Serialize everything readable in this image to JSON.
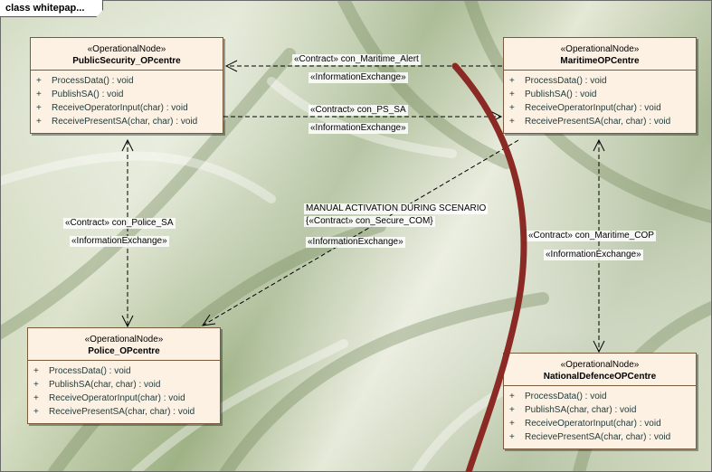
{
  "diagram": {
    "tab_title": "class whitepap...",
    "nodes": {
      "public_security": {
        "stereotype": "«OperationalNode»",
        "name": "PublicSecurity_OPcentre",
        "ops": [
          {
            "vis": "+",
            "sig": "ProcessData() : void"
          },
          {
            "vis": "+",
            "sig": "PublishSA() : void"
          },
          {
            "vis": "+",
            "sig": "ReceiveOperatorInput(char) : void"
          },
          {
            "vis": "+",
            "sig": "ReceivePresentSA(char, char) : void"
          }
        ]
      },
      "maritime": {
        "stereotype": "«OperationalNode»",
        "name": "MaritimeOPCentre",
        "ops": [
          {
            "vis": "+",
            "sig": "ProcessData() : void"
          },
          {
            "vis": "+",
            "sig": "PublishSA() : void"
          },
          {
            "vis": "+",
            "sig": "ReceiveOperatorInput(char) : void"
          },
          {
            "vis": "+",
            "sig": "ReceivePresentSA(char, char) : void"
          }
        ]
      },
      "police": {
        "stereotype": "«OperationalNode»",
        "name": "Police_OPcentre",
        "ops": [
          {
            "vis": "+",
            "sig": "ProcessData() : void"
          },
          {
            "vis": "+",
            "sig": "PublishSA(char, char) : void"
          },
          {
            "vis": "+",
            "sig": "ReceiveOperatorInput(char) : void"
          },
          {
            "vis": "+",
            "sig": "ReceivePresentSA(char, char) : void"
          }
        ]
      },
      "national_defence": {
        "stereotype": "«OperationalNode»",
        "name": "NationalDefenceOPCentre",
        "ops": [
          {
            "vis": "+",
            "sig": "ProcessData() : void"
          },
          {
            "vis": "+",
            "sig": "PublishSA(char, char) : void"
          },
          {
            "vis": "+",
            "sig": "ReceiveOperatorInput(char) : void"
          },
          {
            "vis": "+",
            "sig": "RecievePresentSA(char, char) : void"
          }
        ]
      }
    },
    "connectors": {
      "maritime_alert": {
        "contract": "«Contract» con_Maritime_Alert",
        "stereotype": "«InformationExchange»"
      },
      "ps_sa": {
        "contract": "«Contract» con_PS_SA",
        "stereotype": "«InformationExchange»"
      },
      "police_sa": {
        "contract": "«Contract» con_Police_SA",
        "stereotype": "«InformationExchange»"
      },
      "secure_com": {
        "note": "MANUAL ACTIVATION DURING SCENARIO",
        "contract": "{«Contract» con_Secure_COM}",
        "stereotype": "«InformationExchange»"
      },
      "maritime_cop": {
        "contract": "«Contract» con_Maritime_COP",
        "stereotype": "«InformationExchange»"
      }
    },
    "colors": {
      "node_fill": "#fcf1e3",
      "node_border": "#7a5a3a",
      "annotation_curve": "#8b2a24"
    }
  }
}
